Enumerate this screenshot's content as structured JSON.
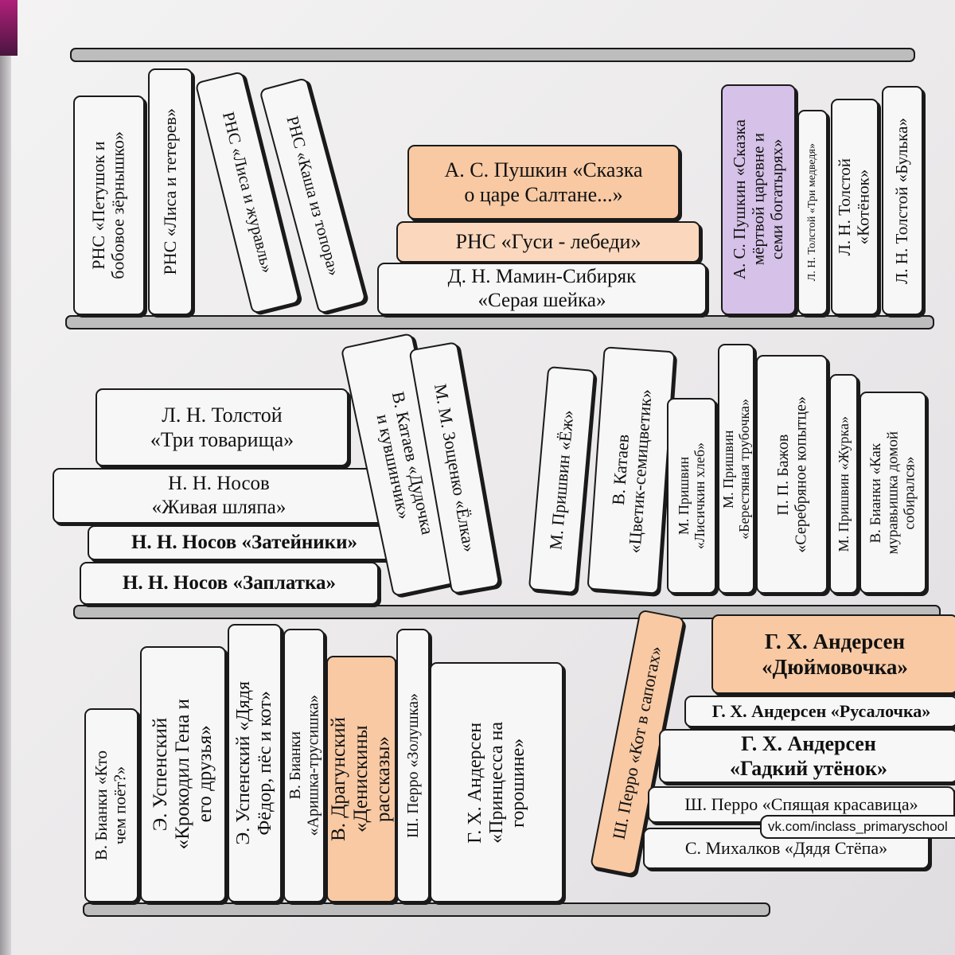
{
  "books": {
    "top": [
      {
        "text": "РНС «Петушок и\nбобовое зёрнышко»"
      },
      {
        "text": "РНС «Лиса и тетерев»"
      },
      {
        "text": "РНС «Лиса и журавль»"
      },
      {
        "text": "РНС «Каша из топора»"
      },
      {
        "text": "А. С. Пушкин «Сказка\nо царе Салтане...»"
      },
      {
        "text": "РНС «Гуси - лебеди»"
      },
      {
        "text": "Д. Н. Мамин-Сибиряк\n«Серая шейка»"
      },
      {
        "text": "А. С. Пушкин «Сказка\nмёртвой царевне и\nсеми богатырях»"
      },
      {
        "text": "Л. Н. Толстой «Три медведя»"
      },
      {
        "text": "Л. Н. Толстой\n«Котёнок»"
      },
      {
        "text": "Л. Н. Толстой «Булька»"
      }
    ],
    "middle": [
      {
        "text": "Л. Н. Толстой\n«Три товарища»"
      },
      {
        "text": "Н. Н. Носов\n«Живая шляпа»"
      },
      {
        "text": "Н. Н. Носов «Затейники»"
      },
      {
        "text": "Н. Н. Носов «Заплатка»"
      },
      {
        "text": "В. Катаев «Дудочка\nи кувшинчик»"
      },
      {
        "text": "М. М. Зощенко «Ёлка»"
      },
      {
        "text": "М. Пришвин «Ёж»"
      },
      {
        "text": "В. Катаев\n«Цветик-семицветик»"
      },
      {
        "text": "М. Пришвин\n«Лисичкин хлеб»"
      },
      {
        "text": "М. Пришвин\n«Берестяная трубочка»"
      },
      {
        "text": "П. П. Бажов\n«Серебряное копытце»"
      },
      {
        "text": "М. Пришвин «Журка»"
      },
      {
        "text": "В. Бианки «Как\nмуравьишка домой\nсобирался»"
      }
    ],
    "bottom": [
      {
        "text": "В. Бианки «Кто\nчем поёт?»"
      },
      {
        "text": "Э. Успенский\n«Крокодил Гена и\nего друзья»"
      },
      {
        "text": "Э. Успенский «Дядя\nФёдор, пёс и кот»"
      },
      {
        "text": "В. Бианки\n«Аришка-трусишка»"
      },
      {
        "text": "В. Драгунский\n«Денискины\nрассказы»"
      },
      {
        "text": "Ш. Перро «Золушка»"
      },
      {
        "text": "Г. Х. Андерсен\n«Принцесса на\nгорошине»"
      },
      {
        "text": "Ш. Перро «Кот в сапогах»"
      },
      {
        "text": "Г. Х. Андерсен\n«Дюймовочка»"
      },
      {
        "text": "Г. Х. Андерсен «Русалочка»"
      },
      {
        "text": "Г. Х. Андерсен\n«Гадкий утёнок»"
      },
      {
        "text": "Ш. Перро «Спящая красавица»"
      },
      {
        "text": "С. Михалков «Дядя Стёпа»"
      }
    ]
  },
  "watermark": "vk.com/inclass_primaryschool",
  "colors": {
    "orange": "#f8c9a3",
    "peach": "#fbd8bd",
    "lilac": "#d6c2e8",
    "shelf": "#bdbdbd"
  }
}
